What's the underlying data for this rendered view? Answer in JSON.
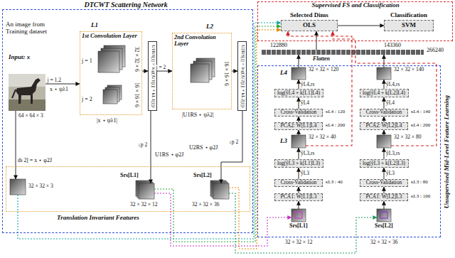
{
  "diagram": {
    "nodes": [
      {
        "text": [
          "DTCWT Scattering Network"
        ]
      },
      {
        "text": [
          "An image from Training dataset",
          "Input: x",
          "64 × 64 × 3"
        ],
        "in": 0
      },
      {
        "text": [
          "1st Convolution Layer",
          "j = 1",
          "32 × 32 × 6",
          "j = 2",
          "16 × 16 × 6"
        ],
        "in": 0
      },
      {
        "text": [
          "U1RS[j] = log(|U1[j]| + kL1[j])"
        ],
        "in": 0
      },
      {
        "text": [
          "2nd Convolution Layer",
          "16 × 16 × 6"
        ],
        "in": 0
      },
      {
        "text": [
          "U2RS[j] = log(|U2[j]| + kL2[j])"
        ],
        "in": 0
      },
      {
        "text": [
          "Translation Invariant Features"
        ],
        "in": 0
      },
      {
        "text": [
          "32 × 32 × 3"
        ],
        "in": 6
      },
      {
        "text": [
          "Srs[L1]",
          "32 × 32 × 12"
        ],
        "in": 6
      },
      {
        "text": [
          "Srs[L2]",
          "32 × 32 × 36"
        ],
        "in": 6
      },
      {
        "text": [
          "Supervised FS and Classification"
        ]
      },
      {
        "text": [
          "Selected Dims",
          "OLS"
        ],
        "in": 10
      },
      {
        "text": [
          "Classification",
          "SVM"
        ],
        "in": 10
      },
      {
        "text": [
          "122880",
          "143360",
          "266240",
          "Flatten"
        ]
      },
      {
        "text": [
          "Unsupervised Mid-Level Feature Learning"
        ]
      },
      {
        "text": [
          "Srs[L1]",
          "32 × 32 × 12"
        ],
        "in": 14
      },
      {
        "text": [
          "PCA1: W[L1]L3"
        ],
        "in": 14
      },
      {
        "text": [
          "Cross-Validation"
        ],
        "in": 14
      },
      {
        "text": [
          "log(ŷL3 + k[L1]L3)"
        ],
        "in": 14
      },
      {
        "text": [
          "L3",
          "32 × 32 × 40"
        ],
        "in": 14
      },
      {
        "text": [
          "PCA2: W[L1]L4"
        ],
        "in": 14
      },
      {
        "text": [
          "Cross-Validation"
        ],
        "in": 14
      },
      {
        "text": [
          "log(ŷL4 + k[L1]L4)"
        ],
        "in": 14
      },
      {
        "text": [
          "L4",
          "32 × 32 × 120"
        ],
        "in": 14
      },
      {
        "text": [
          "Srs[L2]",
          "32 × 32 × 36"
        ],
        "in": 14
      },
      {
        "text": [
          "PCA1: W[L2]L3"
        ],
        "in": 14
      },
      {
        "text": [
          "Cross-Validation"
        ],
        "in": 14
      },
      {
        "text": [
          "log(ŷL3 + k[L2]L3)"
        ],
        "in": 14
      },
      {
        "text": [
          "32 × 32 × 80"
        ],
        "in": 14
      },
      {
        "text": [
          "PCA2: W[L2]L4"
        ],
        "in": 14
      },
      {
        "text": [
          "Cross-Validation"
        ],
        "in": 14
      },
      {
        "text": [
          "log(ŷL4 + k[L2]L4)"
        ],
        "in": 14
      },
      {
        "text": [
          "32 × 32 × 140"
        ],
        "in": 14
      }
    ],
    "edges": [
      {
        "from": 1,
        "to": 2,
        "arrow": "to",
        "label": "j = 1,2"
      },
      {
        "from": 2,
        "to": 3,
        "arrow": "to"
      },
      {
        "from": 3,
        "to": 4,
        "arrow": "to",
        "label": "j = 2"
      },
      {
        "from": 4,
        "to": 5,
        "arrow": "to"
      },
      {
        "from": 1,
        "to": 7,
        "arrow": "to",
        "label": "ds 2"
      },
      {
        "from": 3,
        "to": 8,
        "arrow": "to",
        "label": "↓p 2"
      },
      {
        "from": 5,
        "to": 9,
        "arrow": "to",
        "label": "↓p 2"
      },
      {
        "from": 7,
        "to": 11,
        "arrow": "to"
      },
      {
        "from": 8,
        "to": 11,
        "arrow": "to"
      },
      {
        "from": 9,
        "to": 11,
        "arrow": "to"
      },
      {
        "from": 8,
        "to": 15,
        "arrow": "to"
      },
      {
        "from": 9,
        "to": 24,
        "arrow": "to"
      },
      {
        "from": 15,
        "to": 16,
        "arrow": "to"
      },
      {
        "from": 16,
        "to": 17,
        "arrow": "to"
      },
      {
        "from": 17,
        "to": 18,
        "arrow": "to",
        "label": "ŷL3"
      },
      {
        "from": 18,
        "to": 19,
        "arrow": "to",
        "label": "ŷL3,rs"
      },
      {
        "from": 19,
        "to": 20,
        "arrow": "to"
      },
      {
        "from": 20,
        "to": 21,
        "arrow": "to"
      },
      {
        "from": 21,
        "to": 22,
        "arrow": "to",
        "label": "ŷL4"
      },
      {
        "from": 22,
        "to": 23,
        "arrow": "to",
        "label": "ŷL4,rs"
      },
      {
        "from": 24,
        "to": 25,
        "arrow": "to"
      },
      {
        "from": 25,
        "to": 26,
        "arrow": "to"
      },
      {
        "from": 26,
        "to": 27,
        "arrow": "to",
        "label": "ŷL3"
      },
      {
        "from": 27,
        "to": 28,
        "arrow": "to",
        "label": "ŷL3,rs"
      },
      {
        "from": 28,
        "to": 29,
        "arrow": "to"
      },
      {
        "from": 29,
        "to": 30,
        "arrow": "to"
      },
      {
        "from": 30,
        "to": 31,
        "arrow": "to",
        "label": "ŷL4"
      },
      {
        "from": 31,
        "to": 32,
        "arrow": "to",
        "label": "ŷL4,rs"
      },
      {
        "from": 23,
        "to": 13,
        "arrow": "to"
      },
      {
        "from": 32,
        "to": 13,
        "arrow": "to"
      },
      {
        "from": 19,
        "to": 11,
        "arrow": "to"
      },
      {
        "from": 28,
        "to": 11,
        "arrow": "to"
      },
      {
        "from": 13,
        "to": 11,
        "arrow": "to"
      },
      {
        "from": 11,
        "to": 12,
        "arrow": "to"
      }
    ],
    "labels": [
      "L1",
      "L2",
      "x ⋆ ψλ1",
      "|x ⋆ ψλ1|",
      "|U1RS ⋆ ψλ2|",
      "S[0] = x ⋆ φ2J",
      "U1RS ⋆ φ2J",
      "U2RS ⋆ φ2J",
      "κL3 : 40",
      "κL4 : 200",
      "κL4 : 120",
      "κL3 : 100",
      "κL3 : 80",
      "κL4 : 200",
      "κL4 : 140"
    ]
  }
}
